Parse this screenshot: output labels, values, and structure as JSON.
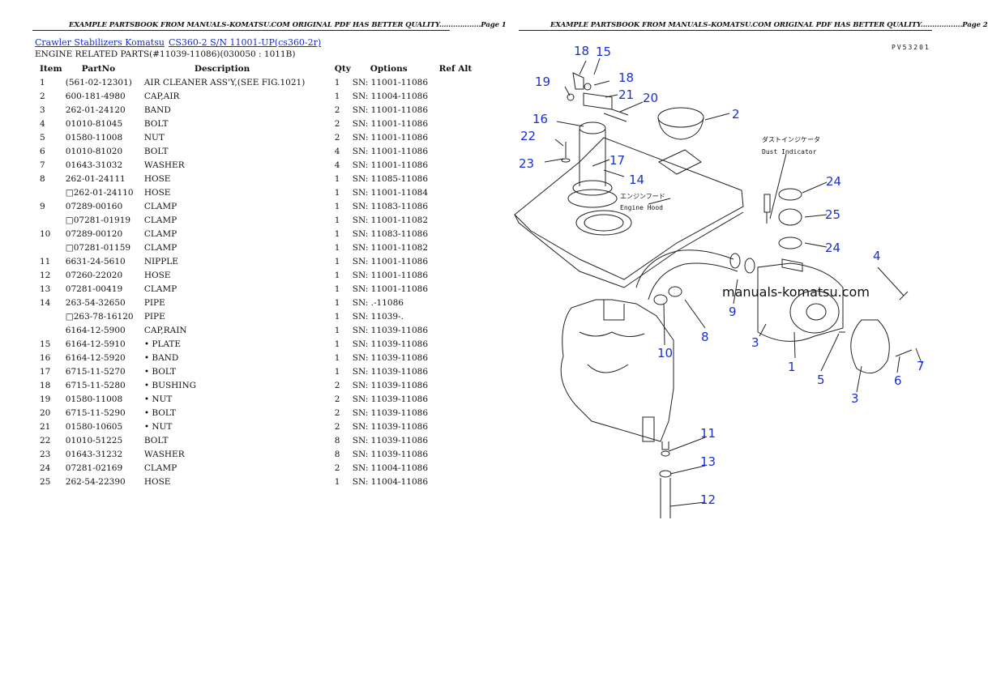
{
  "header": {
    "left_text": "EXAMPLE PARTSBOOK FROM MANUALS-KOMATSU.COM ORIGINAL PDF HAS BETTER QUALITY..................Page 1",
    "right_text": "EXAMPLE PARTSBOOK FROM MANUALS-KOMATSU.COM ORIGINAL PDF HAS BETTER QUALITY..................Page 2"
  },
  "breadcrumb": {
    "category": "Crawler Stabilizers Komatsu",
    "model": "CS360-2 S/N 11001-UP(cs360-2r)"
  },
  "section_title": "ENGINE RELATED PARTS(#11039-11086)(030050 : 1011B)",
  "table": {
    "headers": [
      "Item",
      "PartNo",
      "Description",
      "Qty",
      "Options",
      "Ref Alt"
    ],
    "rows": [
      [
        "1",
        "(561-02-12301)",
        "AIR CLEANER ASS'Y,(SEE FIG.1021)",
        "1",
        "SN: 11001-11086",
        ""
      ],
      [
        "2",
        "600-181-4980",
        "CAP,AIR",
        "1",
        "SN: 11004-11086",
        ""
      ],
      [
        "3",
        "262-01-24120",
        "BAND",
        "2",
        "SN: 11001-11086",
        ""
      ],
      [
        "4",
        "01010-81045",
        "BOLT",
        "2",
        "SN: 11001-11086",
        ""
      ],
      [
        "5",
        "01580-11008",
        "NUT",
        "2",
        "SN: 11001-11086",
        ""
      ],
      [
        "6",
        "01010-81020",
        "BOLT",
        "4",
        "SN: 11001-11086",
        ""
      ],
      [
        "7",
        "01643-31032",
        "WASHER",
        "4",
        "SN: 11001-11086",
        ""
      ],
      [
        "8",
        "262-01-24111",
        "HOSE",
        "1",
        "SN: 11085-11086",
        ""
      ],
      [
        "",
        "□262-01-24110",
        "HOSE",
        "1",
        "SN: 11001-11084",
        ""
      ],
      [
        "9",
        "07289-00160",
        "CLAMP",
        "1",
        "SN: 11083-11086",
        ""
      ],
      [
        "",
        "□07281-01919",
        "CLAMP",
        "1",
        "SN: 11001-11082",
        ""
      ],
      [
        "10",
        "07289-00120",
        "CLAMP",
        "1",
        "SN: 11083-11086",
        ""
      ],
      [
        "",
        "□07281-01159",
        "CLAMP",
        "1",
        "SN: 11001-11082",
        ""
      ],
      [
        "11",
        "6631-24-5610",
        "NIPPLE",
        "1",
        "SN: 11001-11086",
        ""
      ],
      [
        "12",
        "07260-22020",
        "HOSE",
        "1",
        "SN: 11001-11086",
        ""
      ],
      [
        "13",
        "07281-00419",
        "CLAMP",
        "1",
        "SN: 11001-11086",
        ""
      ],
      [
        "14",
        "263-54-32650",
        "PIPE",
        "1",
        "SN: .-11086",
        ""
      ],
      [
        "",
        "□263-78-16120",
        "PIPE",
        "1",
        "SN: 11039-.",
        ""
      ],
      [
        "",
        "6164-12-5900",
        "CAP,RAIN",
        "1",
        "SN: 11039-11086",
        ""
      ],
      [
        "15",
        "6164-12-5910",
        "• PLATE",
        "1",
        "SN: 11039-11086",
        ""
      ],
      [
        "16",
        "6164-12-5920",
        "• BAND",
        "1",
        "SN: 11039-11086",
        ""
      ],
      [
        "17",
        "6715-11-5270",
        "• BOLT",
        "1",
        "SN: 11039-11086",
        ""
      ],
      [
        "18",
        "6715-11-5280",
        "• BUSHING",
        "2",
        "SN: 11039-11086",
        ""
      ],
      [
        "19",
        "01580-11008",
        "• NUT",
        "2",
        "SN: 11039-11086",
        ""
      ],
      [
        "20",
        "6715-11-5290",
        "• BOLT",
        "2",
        "SN: 11039-11086",
        ""
      ],
      [
        "21",
        "01580-10605",
        "• NUT",
        "2",
        "SN: 11039-11086",
        ""
      ],
      [
        "22",
        "01010-51225",
        "BOLT",
        "8",
        "SN: 11039-11086",
        ""
      ],
      [
        "23",
        "01643-31232",
        "WASHER",
        "8",
        "SN: 11039-11086",
        ""
      ],
      [
        "24",
        "07281-02169",
        "CLAMP",
        "2",
        "SN: 11004-11086",
        ""
      ],
      [
        "25",
        "262-54-22390",
        "HOSE",
        "1",
        "SN: 11004-11086",
        ""
      ]
    ]
  },
  "diagram": {
    "code": "PV53201",
    "watermark": "manuals-komatsu.com",
    "jp_engine_hood": "エンジンフード",
    "en_engine_hood": "Engine Hood",
    "jp_dust_indicator": "ダストインジケータ",
    "en_dust_indicator": "Dust Indicator",
    "callout_color": "#1a2fd0",
    "callouts": [
      "18",
      "15",
      "19",
      "18",
      "21",
      "20",
      "16",
      "2",
      "22",
      "17",
      "23",
      "14",
      "24",
      "25",
      "24",
      "4",
      "9",
      "3",
      "8",
      "10",
      "1",
      "5",
      "6",
      "7",
      "3",
      "11",
      "13",
      "12"
    ]
  }
}
